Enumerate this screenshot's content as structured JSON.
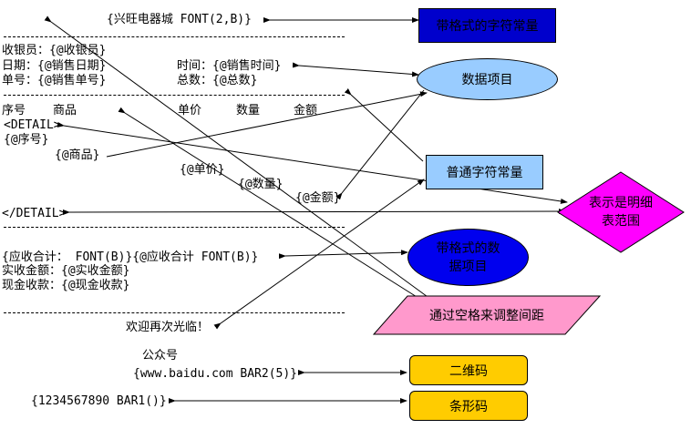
{
  "receipt": {
    "title": "{兴旺电器城 FONT(2,B)}",
    "cashier": "收银员：{@收银员}",
    "date": "日期：{@销售日期}",
    "time": "时间：{@销售时间}",
    "order_no": "单号：{@销售单号}",
    "total_count": "总数：{@总数}",
    "col_seq": "序号",
    "col_item": "商品",
    "col_price": "单价",
    "col_qty": "数量",
    "col_amount": "金额",
    "detail_open": "<DETAIL>",
    "seq_field": "{@序号}",
    "item_field": "{@商品}",
    "price_field": "{@单价}",
    "qty_field": "{@数量}",
    "amount_field": "{@金额}",
    "detail_close": "</DETAIL>",
    "due_total": "{应收合计： FONT(B)}{@应收合计 FONT(B)}",
    "paid_amount": "实收金额：{@实收金额}",
    "cash_received": "现金收款：{@现金收款}",
    "welcome": "欢迎再次光临！",
    "wechat_label": "公众号",
    "qr_field": "{www.baidu.com BAR2(5)}",
    "barcode_field": "{1234567890 BAR1()}"
  },
  "legend": {
    "formatted_const": "带格式的字符常量",
    "data_item": "数据项目",
    "plain_const": "普通字符常量",
    "detail_scope": "表示是明细表范围",
    "formatted_data": "带格式的数据项目",
    "spacing": "通过空格来调整间距",
    "qr_code": "二维码",
    "barcode": "条形码"
  },
  "colors": {
    "navy": "#0000cc",
    "light_blue": "#99ccff",
    "magenta": "#ff00ff",
    "royal_blue": "#0000ee",
    "pink": "#ff99cc",
    "gold": "#ffcc00"
  }
}
